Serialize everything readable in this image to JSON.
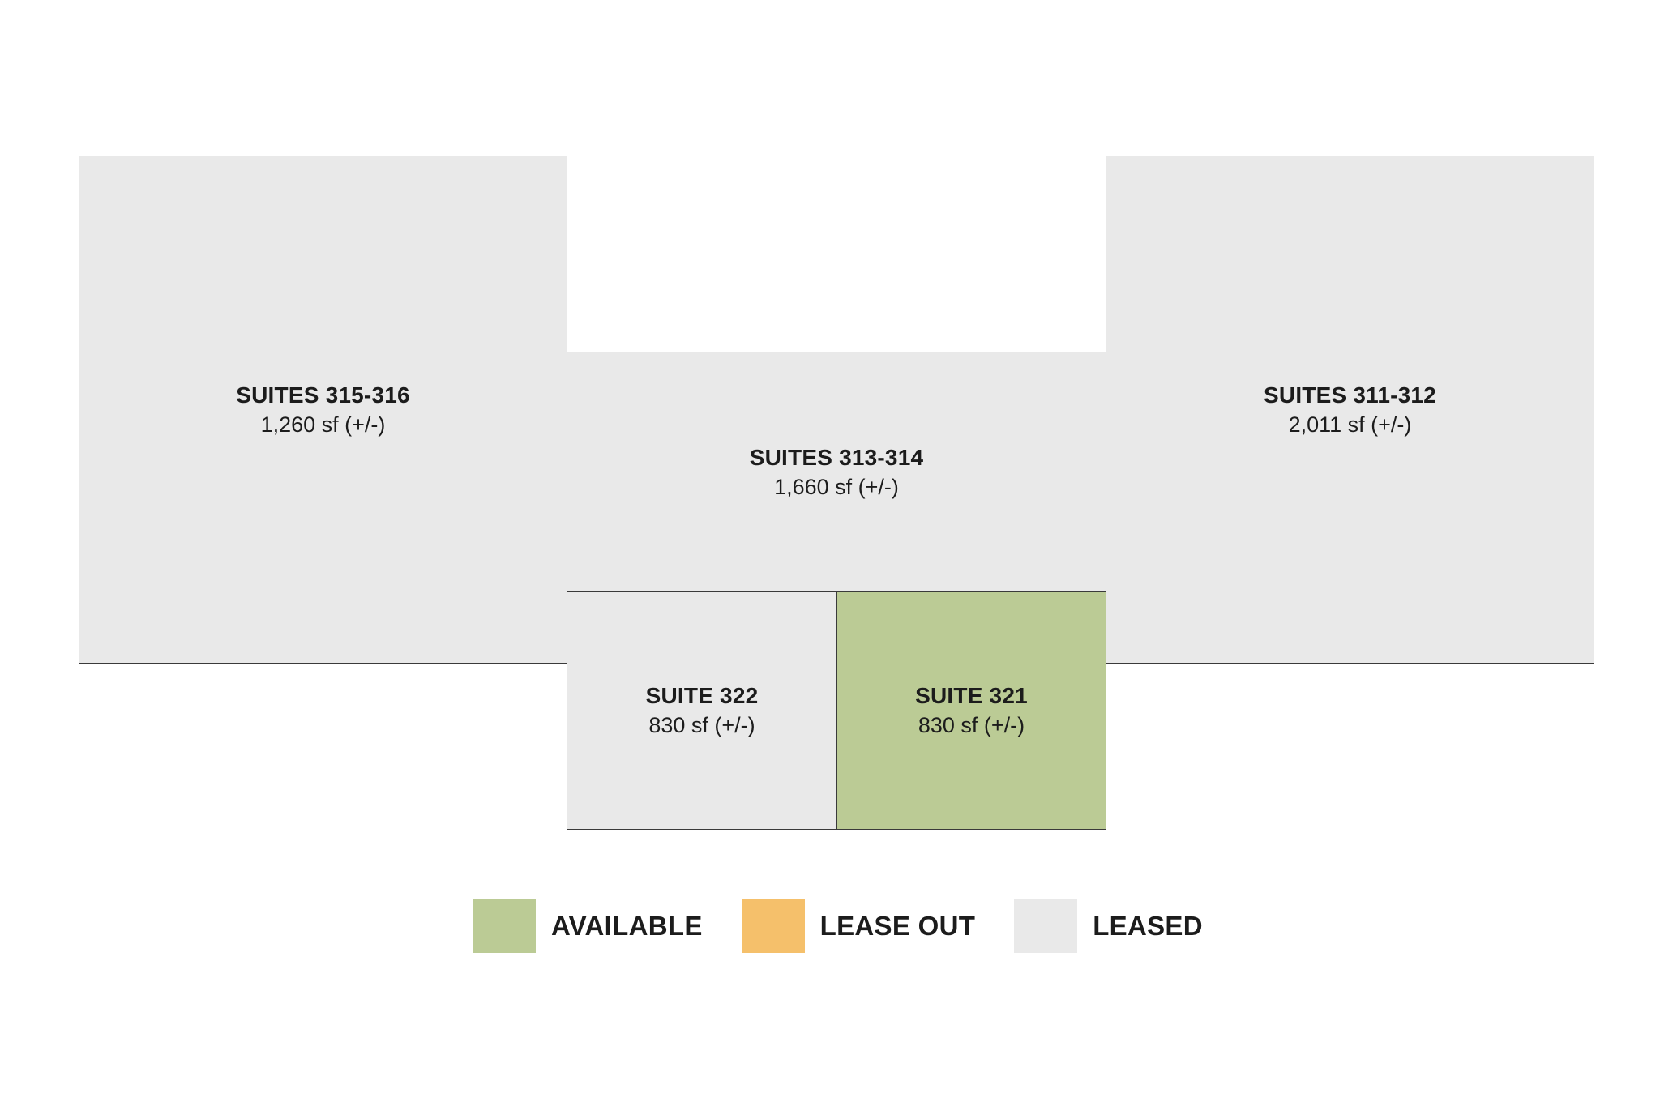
{
  "colors": {
    "available": "#bbcb95",
    "lease_out": "#f5c06b",
    "leased": "#e9e9e9",
    "outline": "#3a3a3a"
  },
  "suites": {
    "s315": {
      "name": "SUITES 315-316",
      "area": "1,260 sf (+/-)",
      "status": "leased"
    },
    "s313": {
      "name": "SUITES 313-314",
      "area": "1,660 sf (+/-)",
      "status": "leased"
    },
    "s311": {
      "name": "SUITES 311-312",
      "area": "2,011 sf (+/-)",
      "status": "leased"
    },
    "s322": {
      "name": "SUITE 322",
      "area": "830 sf (+/-)",
      "status": "leased"
    },
    "s321": {
      "name": "SUITE 321",
      "area": "830 sf (+/-)",
      "status": "available"
    }
  },
  "legend": {
    "available": "AVAILABLE",
    "lease_out": "LEASE OUT",
    "leased": "LEASED"
  }
}
